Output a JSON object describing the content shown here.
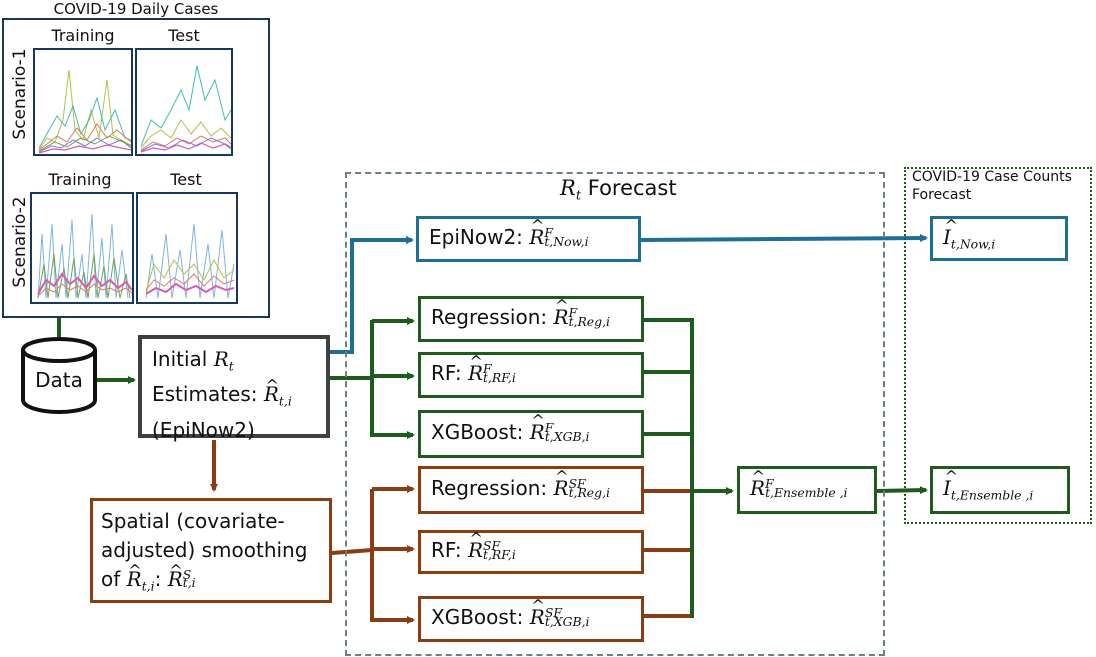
{
  "colors": {
    "blue": "#1f6f94",
    "green": "#1e5c1e",
    "brown": "#8a3d12",
    "gray": "#404040",
    "navy": "#17375e",
    "dash": "#6b7f86"
  },
  "input_panel": {
    "title": "COVID-19 Daily Cases",
    "scenario1": {
      "label": "Scenario-1",
      "training": "Training",
      "test": "Test"
    },
    "scenario2": {
      "label": "Scenario-2",
      "training": "Training",
      "test": "Test"
    }
  },
  "data_node": {
    "label": "Data"
  },
  "initial_node": {
    "line1": "Initial",
    "line1_math": "R",
    "line1_sub": "t",
    "line2": "Estimates:",
    "line2_math": "R",
    "line2_sub": "t,i",
    "line3": "(EpiNow2)"
  },
  "spatial_node": {
    "line1": "Spatial (covariate-",
    "line2": "adjusted) smoothing",
    "line3": "of",
    "a_math": "R",
    "a_sub": "t,i",
    "b_math": "R",
    "b_sup": "S",
    "b_sub": "t,i"
  },
  "forecast_panel": {
    "title_math": "R",
    "title_sub": "t",
    "title_text": "Forecast"
  },
  "nodes": {
    "epinow2": {
      "label": "EpiNow2:",
      "math": "R",
      "sup": "F",
      "sub": "t,Now,i"
    },
    "reg_f": {
      "label": "Regression:",
      "math": "R",
      "sup": "F",
      "sub": "t,Reg,i"
    },
    "rf_f": {
      "label": "RF:",
      "math": "R",
      "sup": "F",
      "sub": "t,RF,i"
    },
    "xgb_f": {
      "label": "XGBoost:",
      "math": "R",
      "sup": "F",
      "sub": "t,XGB,i"
    },
    "reg_sf": {
      "label": "Regression:",
      "math": "R",
      "sup": "SF",
      "sub": "t,Reg,i"
    },
    "rf_sf": {
      "label": "RF:",
      "math": "R",
      "sup": "SF",
      "sub": "t,RF,i"
    },
    "xgb_sf": {
      "label": "XGBoost:",
      "math": "R",
      "sup": "SF",
      "sub": "t,XGB,i"
    },
    "ensemble": {
      "math": "R",
      "sup": "F",
      "sub": "t,Ensemble ,i"
    }
  },
  "output_panel": {
    "title_line1": "COVID-19 Case Counts",
    "title_line2": "Forecast",
    "now": {
      "math": "I",
      "sub": "t,Now,i"
    },
    "ensemble": {
      "math": "I",
      "sub": "t,Ensemble ,i"
    }
  }
}
